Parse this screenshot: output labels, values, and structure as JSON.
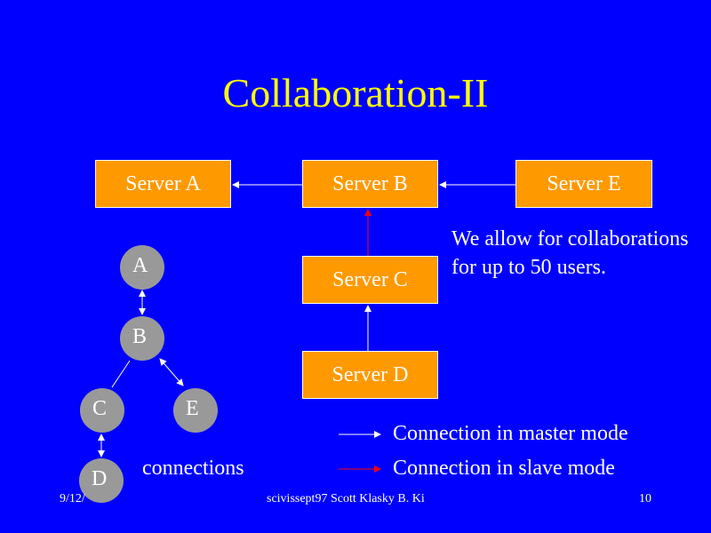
{
  "slide": {
    "title": "Collaboration-II",
    "servers": {
      "a": "Server A",
      "b": "Server B",
      "c": "Server C",
      "d": "Server D",
      "e": "Server E"
    },
    "nodes": {
      "a": "A",
      "b": "B",
      "c": "C",
      "d": "D",
      "e": "E"
    },
    "note": "We allow for collaborations for up to 50 users.",
    "connections_label": "connections",
    "legend": {
      "master": "Connection in master mode",
      "slave": "Connection in slave mode"
    },
    "footer": {
      "date": "9/12/",
      "center": "scivissept97 Scott Klasky B. Ki",
      "page": "10"
    },
    "colors": {
      "background": "#0000ff",
      "title": "#ffff00",
      "server_box": "#ff9900",
      "node_circle": "#999999",
      "master_arrow": "#ffffff",
      "slave_arrow": "#ff0000"
    }
  }
}
